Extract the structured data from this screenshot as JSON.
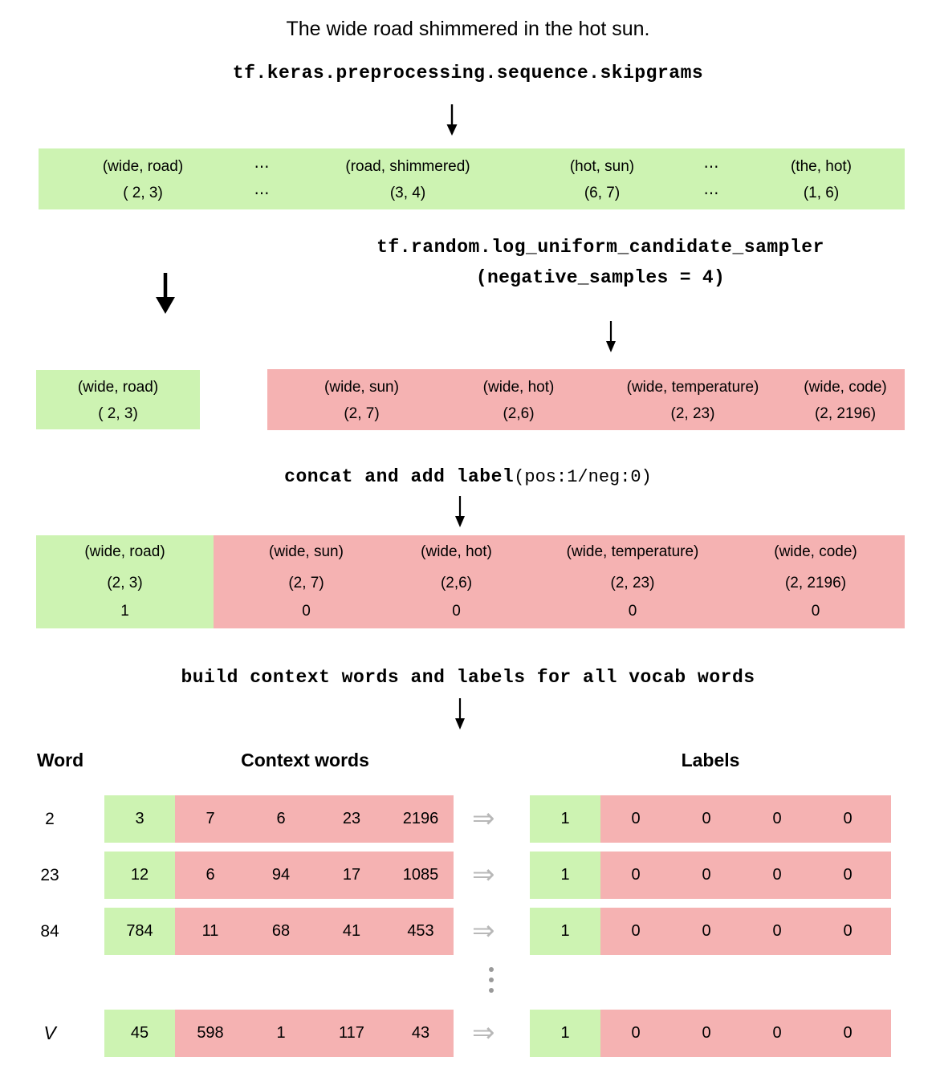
{
  "title": {
    "sentence": "The wide road shimmered in the hot sun."
  },
  "steps": {
    "skipgrams_api": "tf.keras.preprocessing.sequence.skipgrams",
    "sampler_api": "tf.random.log_uniform_candidate_sampler",
    "sampler_args": "(negative_samples = 4)",
    "concat_label": "concat and add label",
    "concat_note": "(pos:1/neg:0)",
    "build_label": "build context words and labels for all vocab words"
  },
  "skipgram_row": {
    "background": "#cdf3b2",
    "cells": [
      {
        "pair": "(wide, road)",
        "index": "( 2, 3)"
      },
      {
        "pair": "⋯",
        "index": "⋯"
      },
      {
        "pair": "(road, shimmered)",
        "index": "(3, 4)"
      },
      {
        "pair": "(hot, sun)",
        "index": "(6, 7)"
      },
      {
        "pair": "⋯",
        "index": "⋯"
      },
      {
        "pair": "(the, hot)",
        "index": "(1, 6)"
      }
    ]
  },
  "positive_box": {
    "background": "#cdf3b2",
    "pair": "(wide, road)",
    "index": "( 2, 3)"
  },
  "negative_box": {
    "background": "#f5b2b2",
    "cells": [
      {
        "pair": "(wide, sun)",
        "index": "(2, 7)"
      },
      {
        "pair": "(wide, hot)",
        "index": "(2,6)"
      },
      {
        "pair": "(wide, temperature)",
        "index": "(2, 23)"
      },
      {
        "pair": "(wide, code)",
        "index": "(2, 2196)"
      }
    ]
  },
  "concat_row": {
    "positive": {
      "background": "#cdf3b2",
      "pair": "(wide, road)",
      "index": "(2, 3)",
      "label": "1"
    },
    "negatives": {
      "background": "#f5b2b2",
      "cells": [
        {
          "pair": "(wide, sun)",
          "index": "(2, 7)",
          "label": "0"
        },
        {
          "pair": "(wide, hot)",
          "index": "(2,6)",
          "label": "0"
        },
        {
          "pair": "(wide, temperature)",
          "index": "(2, 23)",
          "label": "0"
        },
        {
          "pair": "(wide, code)",
          "index": "(2, 2196)",
          "label": "0"
        }
      ]
    }
  },
  "table": {
    "headers": {
      "word": "Word",
      "context": "Context words",
      "labels": "Labels"
    },
    "colors": {
      "positive": "#cdf3b2",
      "negative": "#f5b2b2",
      "arrow": "#b8b8b8"
    },
    "ellipsis": "⋮",
    "rows": [
      {
        "word": "2",
        "context": [
          "3",
          "7",
          "6",
          "23",
          "2196"
        ],
        "labels": [
          "1",
          "0",
          "0",
          "0",
          "0"
        ],
        "arrow": "⇒"
      },
      {
        "word": "23",
        "context": [
          "12",
          "6",
          "94",
          "17",
          "1085"
        ],
        "labels": [
          "1",
          "0",
          "0",
          "0",
          "0"
        ],
        "arrow": "⇒"
      },
      {
        "word": "84",
        "context": [
          "784",
          "11",
          "68",
          "41",
          "453"
        ],
        "labels": [
          "1",
          "0",
          "0",
          "0",
          "0"
        ],
        "arrow": "⇒"
      },
      {
        "word": "V",
        "context": [
          "45",
          "598",
          "1",
          "117",
          "43"
        ],
        "labels": [
          "1",
          "0",
          "0",
          "0",
          "0"
        ],
        "arrow": "⇒",
        "italic": true
      }
    ]
  },
  "arrows": {
    "down": "↓"
  }
}
